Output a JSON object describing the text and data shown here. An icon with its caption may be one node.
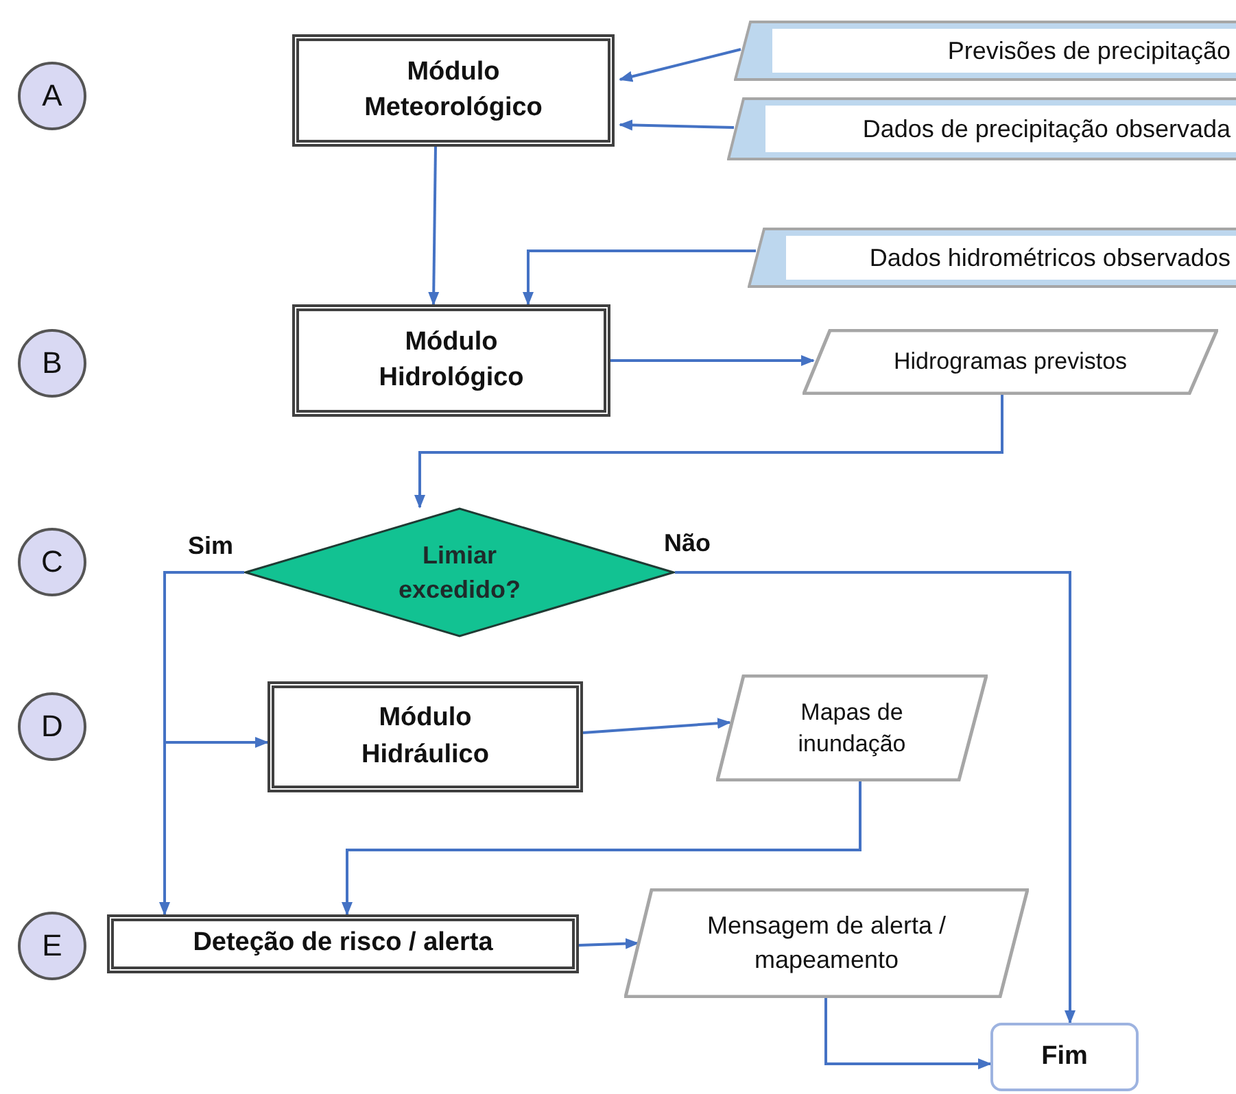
{
  "diagram": {
    "nodes": [
      {
        "text": [
          "A"
        ]
      },
      {
        "text": [
          "Módulo Meteorológico"
        ]
      },
      {
        "text": [
          "Previsões de precipitação"
        ]
      },
      {
        "text": [
          "Dados de precipitação observada"
        ]
      },
      {
        "text": [
          "B"
        ]
      },
      {
        "text": [
          "Módulo Hidrológico"
        ]
      },
      {
        "text": [
          "Dados hidrométricos observados"
        ]
      },
      {
        "text": [
          "Hidrogramas previstos"
        ]
      },
      {
        "text": [
          "C"
        ]
      },
      {
        "text": [
          "Limiar excedido?"
        ]
      },
      {
        "text": [
          "D"
        ]
      },
      {
        "text": [
          "Módulo Hidráulico"
        ]
      },
      {
        "text": [
          "Mapas de inundação"
        ]
      },
      {
        "text": [
          "E"
        ]
      },
      {
        "text": [
          "Deteção de risco / alerta"
        ]
      },
      {
        "text": [
          "Mensagem de alerta / mapeamento"
        ]
      },
      {
        "text": [
          "Fim"
        ]
      }
    ],
    "edges": [
      {
        "from": 2,
        "to": 1,
        "arrow": "to"
      },
      {
        "from": 3,
        "to": 1,
        "arrow": "to"
      },
      {
        "from": 1,
        "to": 5,
        "arrow": "to"
      },
      {
        "from": 6,
        "to": 5,
        "arrow": "to"
      },
      {
        "from": 5,
        "to": 7,
        "arrow": "to"
      },
      {
        "from": 7,
        "to": 9,
        "arrow": "to"
      },
      {
        "from": 9,
        "to": 11,
        "arrow": "to"
      },
      {
        "from": 9,
        "to": 14,
        "label": "Sim",
        "arrow": "to"
      },
      {
        "from": 9,
        "to": 16,
        "label": "Não",
        "arrow": "to"
      },
      {
        "from": 11,
        "to": 12,
        "arrow": "to"
      },
      {
        "from": 12,
        "to": 14,
        "arrow": "to"
      },
      {
        "from": 14,
        "to": 15,
        "arrow": "to"
      },
      {
        "from": 15,
        "to": 16,
        "arrow": "to"
      }
    ]
  }
}
